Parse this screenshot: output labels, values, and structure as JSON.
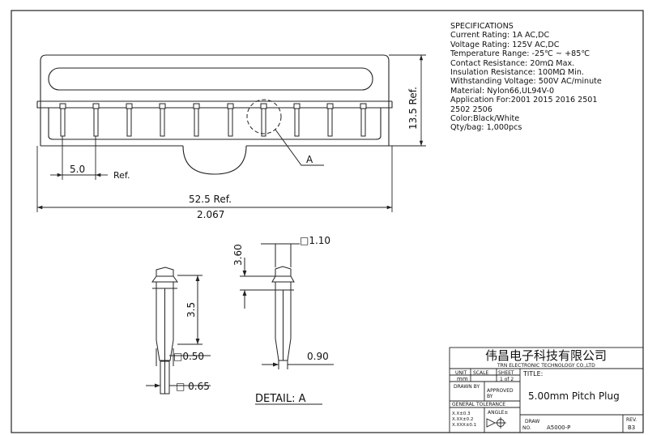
{
  "drawing": {
    "specifications": {
      "heading": "SPECIFICATIONS",
      "lines": [
        "Current Rating: 1A AC,DC",
        "Voltage Rating: 125V AC,DC",
        "Temperature Range: -25℃ ~ +85℃",
        "Contact Resistance: 20mΩ Max.",
        "Insulation Resistance: 100MΩ Min.",
        "Withstanding Voltage: 500V AC/minute",
        "Material: Nylon66,UL94V-0",
        "Application For:2001 2015 2016 2501",
        "2502 2506",
        "Color:Black/White",
        "Qty/bag: 1,000pcs"
      ]
    },
    "dimensions": {
      "pitch": "5.0",
      "pitch_ref": "Ref.",
      "length": "52.5  Ref.",
      "length_alt": "2.067",
      "height": "13.5  Ref.",
      "detail_pin_width": "□1.10",
      "detail_head": "3.60",
      "detail_body": "3.5",
      "detail_sq_050": "□0.50",
      "detail_sq_065": "□ 0.65",
      "detail_090": "0.90"
    },
    "detail_callout": "A",
    "detail_title": "DETAIL:  A",
    "title_block": {
      "company_cn": "伟昌电子科技有限公司",
      "company_en": "TRN  ELECTRONIC  TECHNOLOGY  CO.,LTD",
      "unit_label": "UNIT",
      "scale_label": "SCALE",
      "sheet_label": "SHEET",
      "unit_value": "mm",
      "sheet_value": "1  of  2",
      "title_label": "TITLE:",
      "title": "5.00mm  Pitch  Plug",
      "drawn_by": "DRAWN BY",
      "approved_by_1": "APPROVED",
      "approved_by_2": "BY",
      "general_tolerance": "GENERAL  TOLERANCE",
      "tolerances": [
        "X.X±0.3",
        "X.XX±0.2",
        "X.XXX±0.1"
      ],
      "angle_label": "ANGLE±",
      "draw_no_label_1": "DRAW",
      "draw_no_label_2": "NO.",
      "draw_no": "A5000-P",
      "rev_label": "REV.",
      "rev": "B3"
    }
  }
}
